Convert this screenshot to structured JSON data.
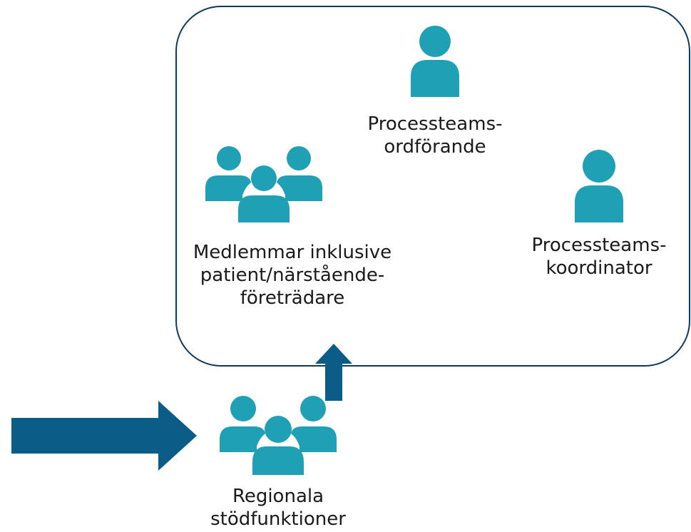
{
  "labels": {
    "chair": {
      "line1": "Processteams-",
      "line2": "ordförande"
    },
    "coordinator": {
      "line1": "Processteams-",
      "line2": "koordinator"
    },
    "members": {
      "line1": "Medlemmar inklusive",
      "line2": "patient/närstående-",
      "line3": "företrädare"
    },
    "regional": {
      "line1": "Regionala",
      "line2": "stödfunktioner"
    }
  },
  "icons": {
    "chair": "person-icon",
    "coordinator": "person-icon",
    "members": "group-icon",
    "regional": "group-icon",
    "input_arrow": "arrow-right-icon",
    "up_arrow": "arrow-up-icon"
  },
  "colors": {
    "icon": "#1fa0b5",
    "arrow": "#0b5c86",
    "border": "#0b3a5c"
  }
}
